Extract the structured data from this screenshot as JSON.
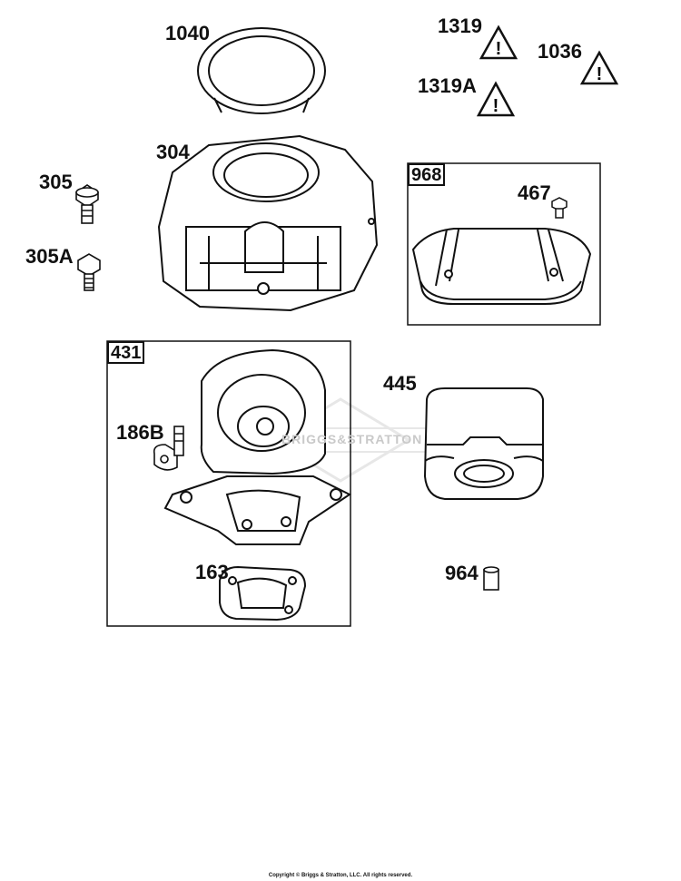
{
  "watermark": "BRIGGS&STRATTON",
  "copyright": "Copyright © Briggs & Stratton, LLC. All rights reserved.",
  "labels": {
    "p1040": "1040",
    "p1319": "1319",
    "p1319a": "1319A",
    "p1036": "1036",
    "p304": "304",
    "p305": "305",
    "p305a": "305A",
    "p968": "968",
    "p467": "467",
    "p431": "431",
    "p186b": "186B",
    "p445": "445",
    "p163": "163",
    "p964": "964"
  },
  "colors": {
    "line": "#111111",
    "paper": "#ffffff",
    "watermark": "#c9c9c9"
  }
}
